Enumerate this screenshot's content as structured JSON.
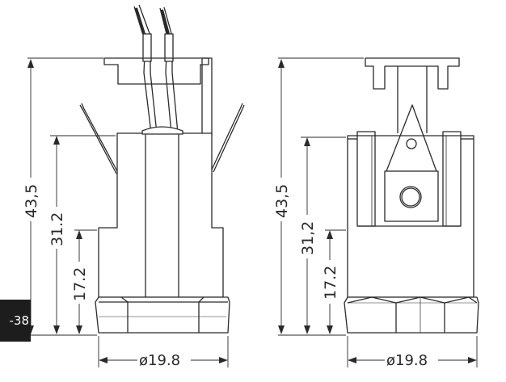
{
  "figure": {
    "left_view": {
      "overall_height_label": "43,5",
      "upper_height_label": "31.2",
      "lower_height_label": "17.2",
      "diameter_label": "ø19.8"
    },
    "right_view": {
      "overall_height_label": "43,5",
      "upper_height_label": "31,2",
      "lower_height_label": "17.2",
      "diameter_label": "ø19.8"
    }
  },
  "overlay": {
    "badge_text": "-38"
  },
  "colors": {
    "line": "#2a2a2a",
    "background": "#ffffff",
    "badge": "#1d1d1d"
  }
}
